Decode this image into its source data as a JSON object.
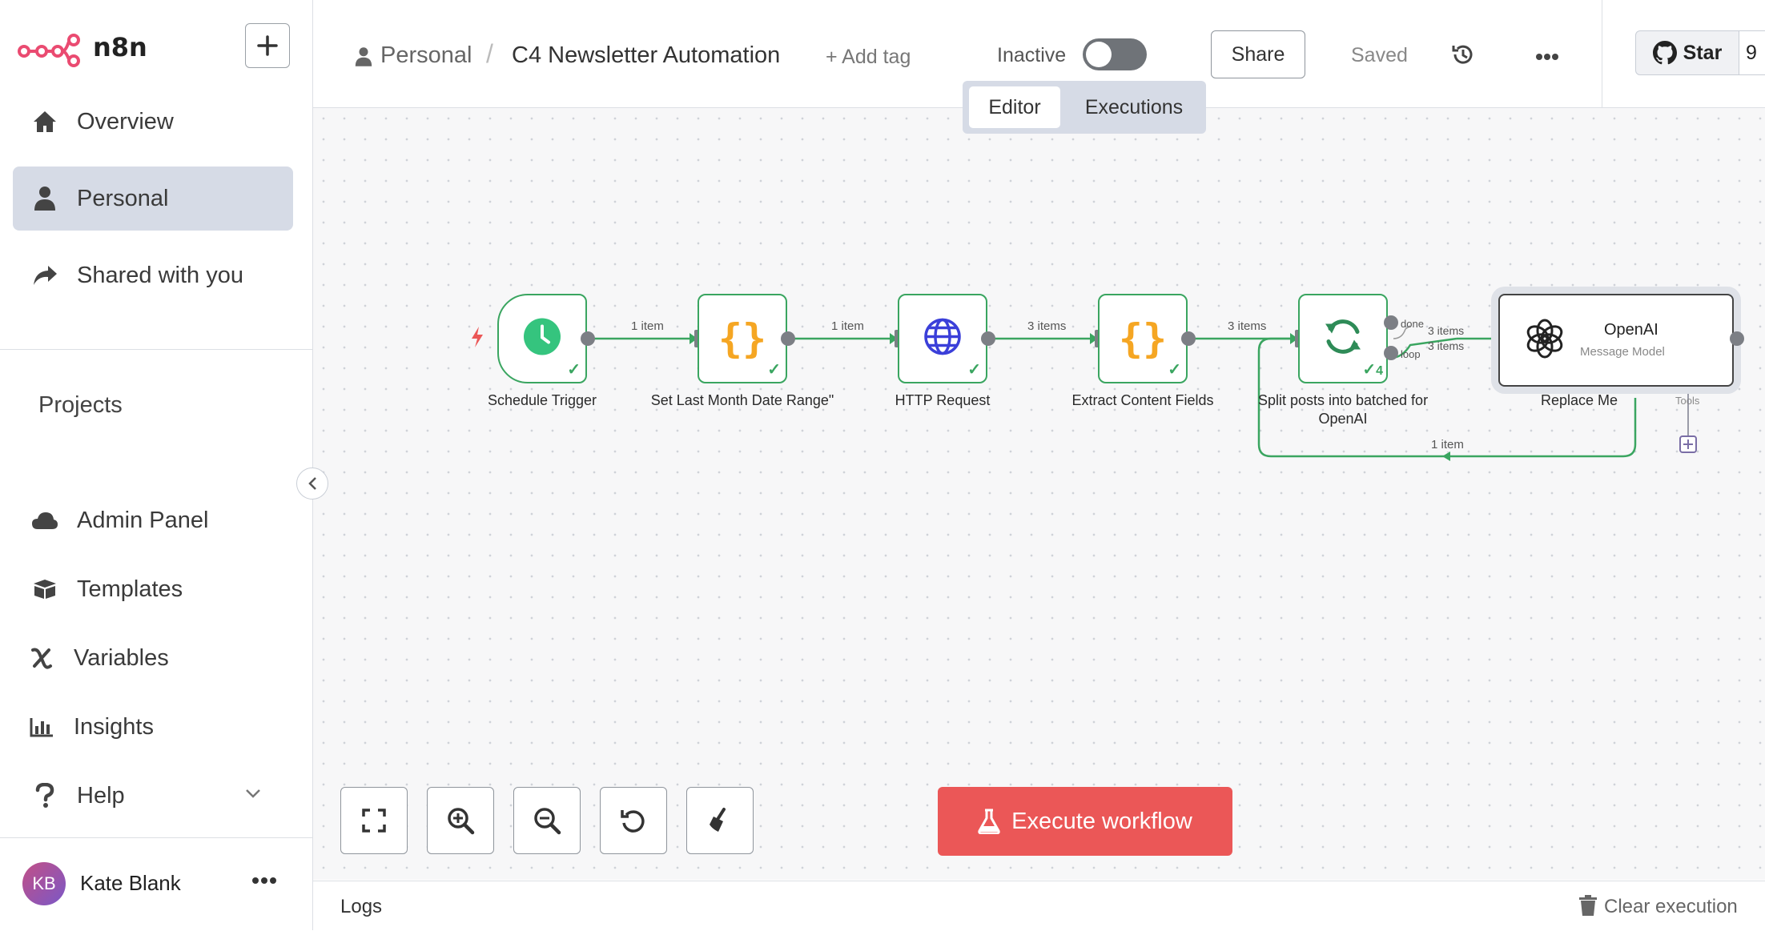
{
  "app": {
    "name": "n8n"
  },
  "sidebar": {
    "items": [
      {
        "label": "Overview",
        "icon": "home-icon"
      },
      {
        "label": "Personal",
        "icon": "person-icon",
        "active": true
      },
      {
        "label": "Shared with you",
        "icon": "share-icon"
      }
    ],
    "projects_title": "Projects",
    "bottom_items": [
      {
        "label": "Admin Panel",
        "icon": "cloud-icon"
      },
      {
        "label": "Templates",
        "icon": "box-icon"
      },
      {
        "label": "Variables",
        "icon": "variables-icon"
      },
      {
        "label": "Insights",
        "icon": "chart-icon"
      },
      {
        "label": "Help",
        "icon": "help-icon"
      }
    ],
    "user": {
      "initials": "KB",
      "name": "Kate Blank"
    }
  },
  "header": {
    "breadcrumb_project": "Personal",
    "breadcrumb_sep": "/",
    "workflow_name": "C4 Newsletter Automation",
    "add_tag": "+ Add tag",
    "status_label": "Inactive",
    "share_label": "Share",
    "saved_label": "Saved",
    "star_label": "Star",
    "star_count": "9"
  },
  "tabs": [
    {
      "label": "Editor",
      "active": true
    },
    {
      "label": "Executions",
      "active": false
    }
  ],
  "workflow": {
    "nodes": [
      {
        "label": "Schedule Trigger",
        "icon": "clock-icon"
      },
      {
        "label": "Set Last Month Date Range\"",
        "icon": "code-braces-icon"
      },
      {
        "label": "HTTP Request",
        "icon": "globe-icon"
      },
      {
        "label": "Extract Content Fields",
        "icon": "code-braces-icon"
      },
      {
        "label": "Split posts into batched for OpenAI",
        "icon": "loop-icon",
        "run_count": "4"
      },
      {
        "label": "Replace Me",
        "title": "OpenAI",
        "subtitle": "Message Model",
        "icon": "openai-icon"
      }
    ],
    "edge_labels": [
      "1 item",
      "1 item",
      "3 items",
      "3 items",
      "3 items",
      "3 items",
      "1 item"
    ],
    "loop_outputs": [
      "done",
      "loop"
    ],
    "tools_label": "Tools"
  },
  "canvas_controls": {
    "execute_label": "Execute workflow",
    "accent": "#eb5757"
  },
  "logs": {
    "title": "Logs",
    "clear_label": "Clear execution"
  },
  "colors": {
    "success": "#3aa560",
    "brand": "#ea4b71"
  }
}
